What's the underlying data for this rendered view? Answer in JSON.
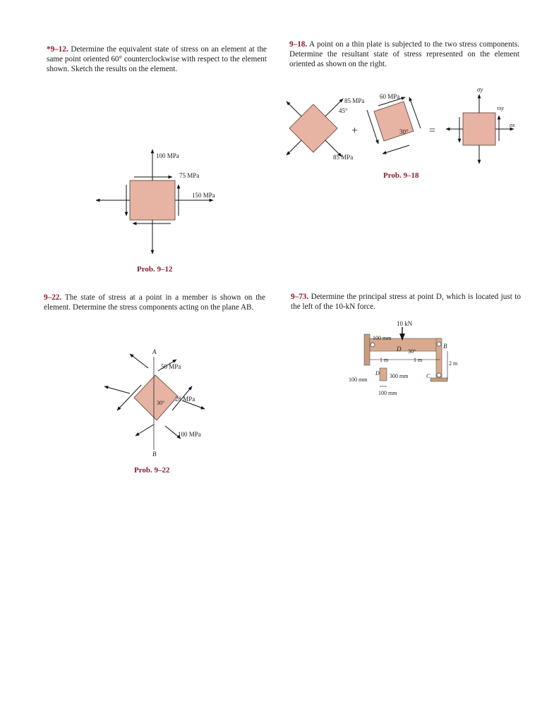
{
  "colors": {
    "problem_number": "#8b1a2b",
    "element_fill": "#e7b3a3",
    "support_fill": "#c79c7a"
  },
  "p912": {
    "number": "*9–12.",
    "text": "Determine the equivalent state of stress on an element at the same point oriented 60° counterclockwise with respect to the element shown. Sketch the results on the element.",
    "labels": {
      "sigma_y": "100 MPa",
      "tau": "75 MPa",
      "sigma_x": "150 MPa"
    },
    "caption": "Prob. 9–12"
  },
  "p918": {
    "number": "9–18.",
    "text": "A point on a thin plate is subjected to the two stress components. Determine the resultant state of stress represented on the element oriented as shown on the right.",
    "labels": {
      "s85_top": "85 MPa",
      "angle45": "45°",
      "s85_bottom": "85 MPa",
      "s60": "60 MPa",
      "angle30": "30°",
      "plus": "+",
      "equals": "=",
      "sigma_y": "σy",
      "tau_xy": "τxy",
      "sigma_x": "σx"
    },
    "caption": "Prob. 9–18"
  },
  "p922": {
    "number": "9–22.",
    "text": "The state of stress at a point in a member is shown on the element. Determine the stress components acting on the plane AB.",
    "labels": {
      "A": "A",
      "B": "B",
      "s50": "50 MPa",
      "s28": "28 MPa",
      "s100": "100 MPa",
      "angle30": "30°"
    },
    "caption": "Prob. 9–22"
  },
  "p973": {
    "number": "9–73.",
    "text": "Determine the principal stress at point D, which is located just to the left of the 10-kN force.",
    "labels": {
      "force": "10 kN",
      "d100_top": "100 mm",
      "D": "D",
      "angle30": "30°",
      "B": "B",
      "m1a": "1 m",
      "m1b": "1 m",
      "m2": "2 m",
      "d100_left": "100 mm",
      "D2": "D",
      "d300": "300 mm",
      "C": "C",
      "d100_bottom": "100 mm"
    }
  }
}
